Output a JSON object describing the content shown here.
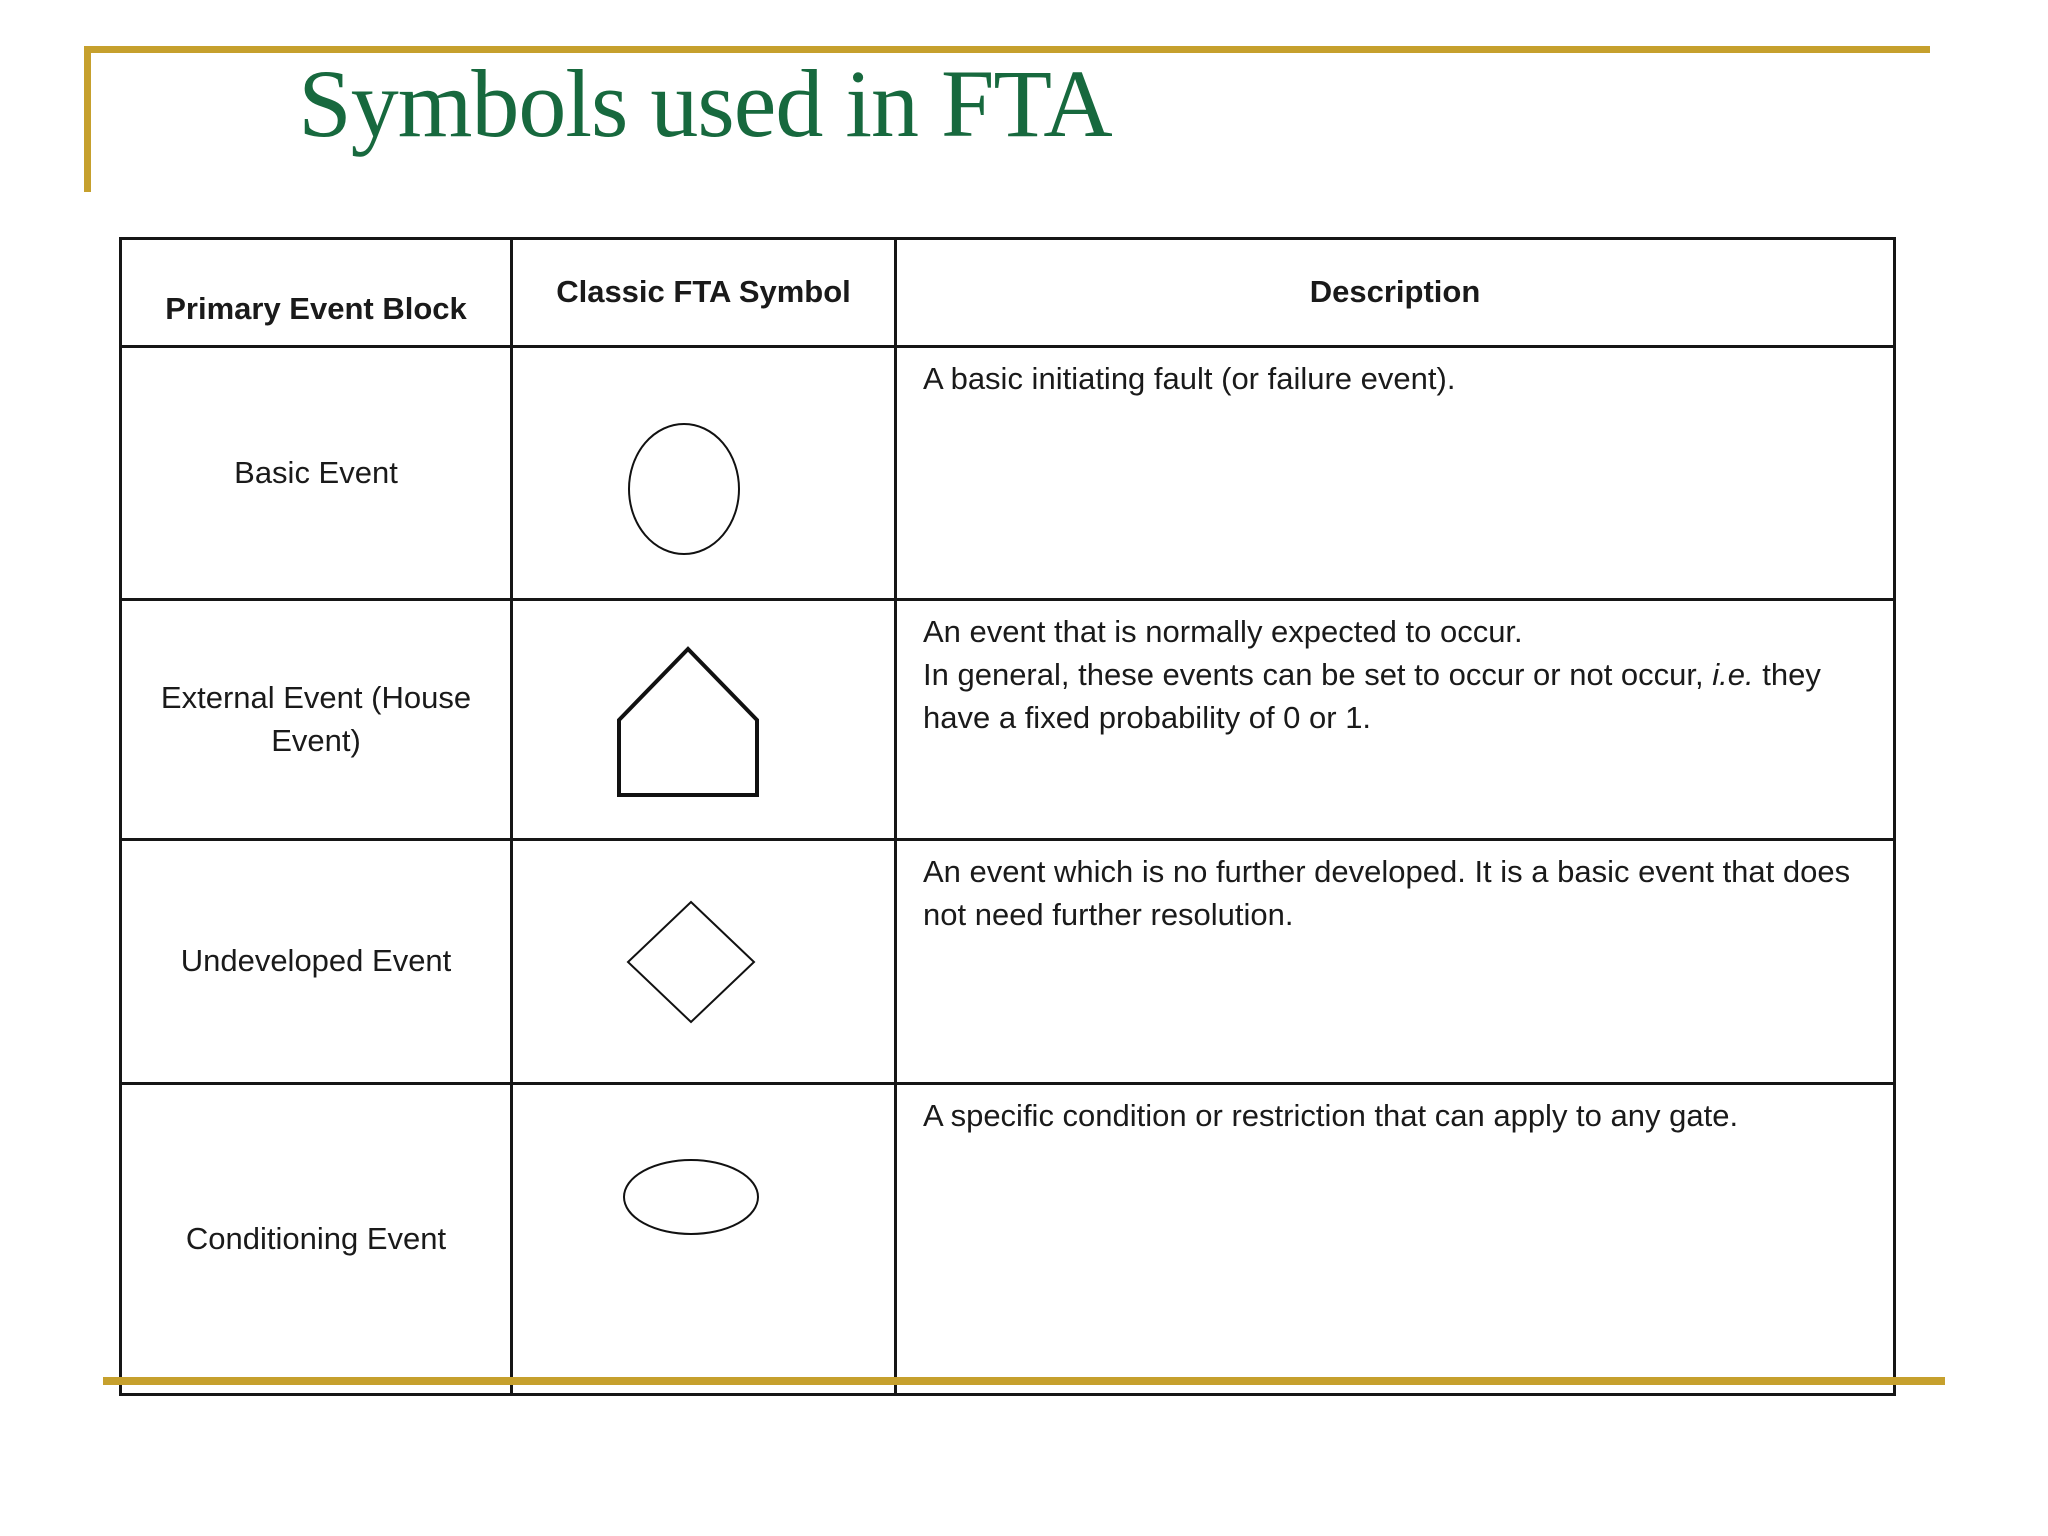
{
  "slide": {
    "title": "Symbols used in FTA"
  },
  "colors": {
    "title_green": "#17693E",
    "gold_accent": "#C6A02D",
    "border_black": "#161616"
  },
  "table": {
    "headers": [
      {
        "label": "Primary Event Block"
      },
      {
        "label": "Classic FTA Symbol"
      },
      {
        "label": "Description"
      }
    ],
    "rows": [
      {
        "event": "Basic Event",
        "symbol": "circle",
        "description": "A basic initiating fault (or failure event)."
      },
      {
        "event": "External Event (House Event)",
        "symbol": "house",
        "description": {
          "line1": "An event that is normally expected to occur.",
          "line2_pre": "In general, these events can be set to occur or not occur, ",
          "line2_italic": "i.e.",
          "line2_post": " they have a fixed probability of 0 or 1."
        }
      },
      {
        "event": "Undeveloped Event",
        "symbol": "diamond",
        "description": "An event which is no further developed. It is a basic event that does not need further resolution."
      },
      {
        "event": "Conditioning Event",
        "symbol": "ellipse",
        "description": "A specific condition or restriction that can apply to any gate."
      }
    ]
  }
}
